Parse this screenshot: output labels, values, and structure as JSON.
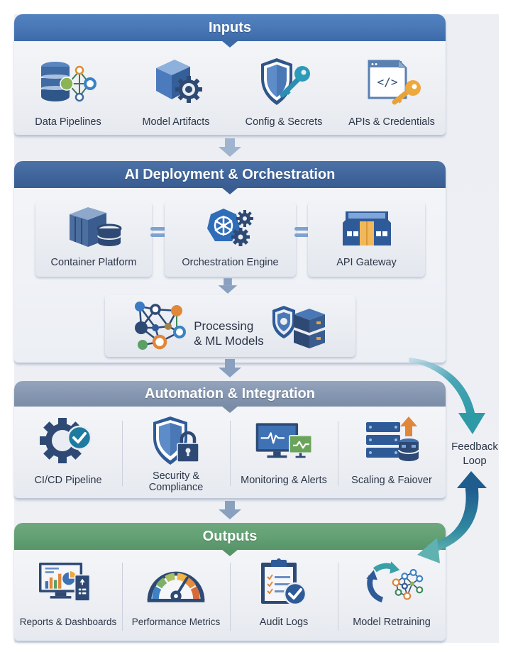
{
  "sections": {
    "inputs": {
      "title": "Inputs",
      "items": [
        {
          "label": "Data Pipelines",
          "icon": "database-network-icon"
        },
        {
          "label": "Model Artifacts",
          "icon": "cube-gear-icon"
        },
        {
          "label": "Config & Secrets",
          "icon": "shield-key-icon"
        },
        {
          "label": "APIs & Credentials",
          "icon": "code-key-icon"
        }
      ]
    },
    "deployment": {
      "title": "AI Deployment & Orchestration",
      "cards": [
        {
          "label": "Container Platform",
          "icon": "container-database-icon"
        },
        {
          "label": "Orchestration Engine",
          "icon": "kubernetes-gears-icon"
        },
        {
          "label": "API Gateway",
          "icon": "gateway-icon"
        }
      ],
      "processing": {
        "line1": "Processing",
        "line2": "& ML Models",
        "icon": "neural-network-icon",
        "icon2": "shield-server-icon"
      }
    },
    "automation": {
      "title": "Automation & Integration",
      "items": [
        {
          "label": "CI/CD Pipeline",
          "icon": "gear-check-icon"
        },
        {
          "label_line1": "Security &",
          "label_line2": "Compliance",
          "icon": "shield-lock-icon"
        },
        {
          "label": "Monitoring & Alerts",
          "icon": "monitor-pulse-icon"
        },
        {
          "label": "Scaling & Faiover",
          "icon": "servers-scale-up-icon"
        }
      ]
    },
    "outputs": {
      "title": "Outputs",
      "items": [
        {
          "label": "Reports & Dashboards",
          "icon": "dashboard-monitor-icon"
        },
        {
          "label": "Performance Metrics",
          "icon": "gauge-icon"
        },
        {
          "label": "Audit Logs",
          "icon": "clipboard-check-icon"
        },
        {
          "label": "Model Retraining",
          "icon": "retrain-cycle-icon"
        }
      ]
    }
  },
  "feedback": {
    "line1": "Feedback",
    "line2": "Loop"
  },
  "colors": {
    "inputs_header": "#4a78b6",
    "deployment_header": "#3f659b",
    "automation_header": "#8596b0",
    "outputs_header": "#62a073",
    "feedback_arrow_top": "#3aa0a8",
    "feedback_arrow_bottom": "#1f5d8f"
  }
}
